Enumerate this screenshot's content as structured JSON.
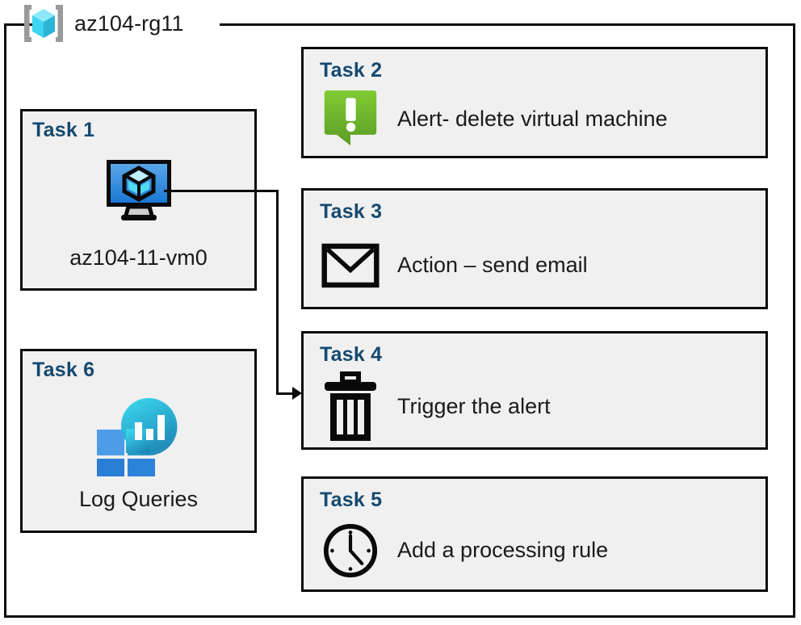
{
  "resource_group": {
    "title": "az104-rg11",
    "icon": "resource-group-cube-icon"
  },
  "left_column": [
    {
      "id": "task-1",
      "label": "Task 1",
      "caption": "az104-11-vm0",
      "icon": "virtual-machine-icon"
    },
    {
      "id": "task-6",
      "label": "Task 6",
      "caption": "Log Queries",
      "icon": "log-analytics-icon"
    }
  ],
  "right_column": [
    {
      "id": "task-2",
      "label": "Task 2",
      "text": "Alert- delete virtual machine",
      "icon": "alert-bubble-icon"
    },
    {
      "id": "task-3",
      "label": "Task 3",
      "text": "Action – send email",
      "icon": "email-envelope-icon"
    },
    {
      "id": "task-4",
      "label": "Task 4",
      "text": "Trigger the alert",
      "icon": "trash-delete-icon"
    },
    {
      "id": "task-5",
      "label": "Task 5",
      "text": "Add a processing rule",
      "icon": "clock-icon"
    }
  ],
  "connector": {
    "from": "task-1",
    "to": "task-4",
    "name": "vm-to-trigger-connector"
  },
  "colors": {
    "box_fill": "#f0f0f0",
    "box_border": "#0a0a0a",
    "task_label": "#15496f",
    "body_text": "#1a1a1a",
    "alert_green_light": "#7dc832",
    "alert_green_dark": "#5d9e26",
    "vm_blue_light": "#5aa6e8",
    "vm_blue_dark": "#1a78d2",
    "cube_cyan_light": "#8fe8f8",
    "cube_cyan": "#3dd5f0",
    "cube_teal": "#2bb4d6",
    "log_blob_light": "#33cfe8",
    "log_blob_dark": "#1d84b4",
    "log_square_light": "#4c9ce8",
    "log_square_dark": "#2a7ed6",
    "bracket_gray": "#9a9a9a"
  }
}
